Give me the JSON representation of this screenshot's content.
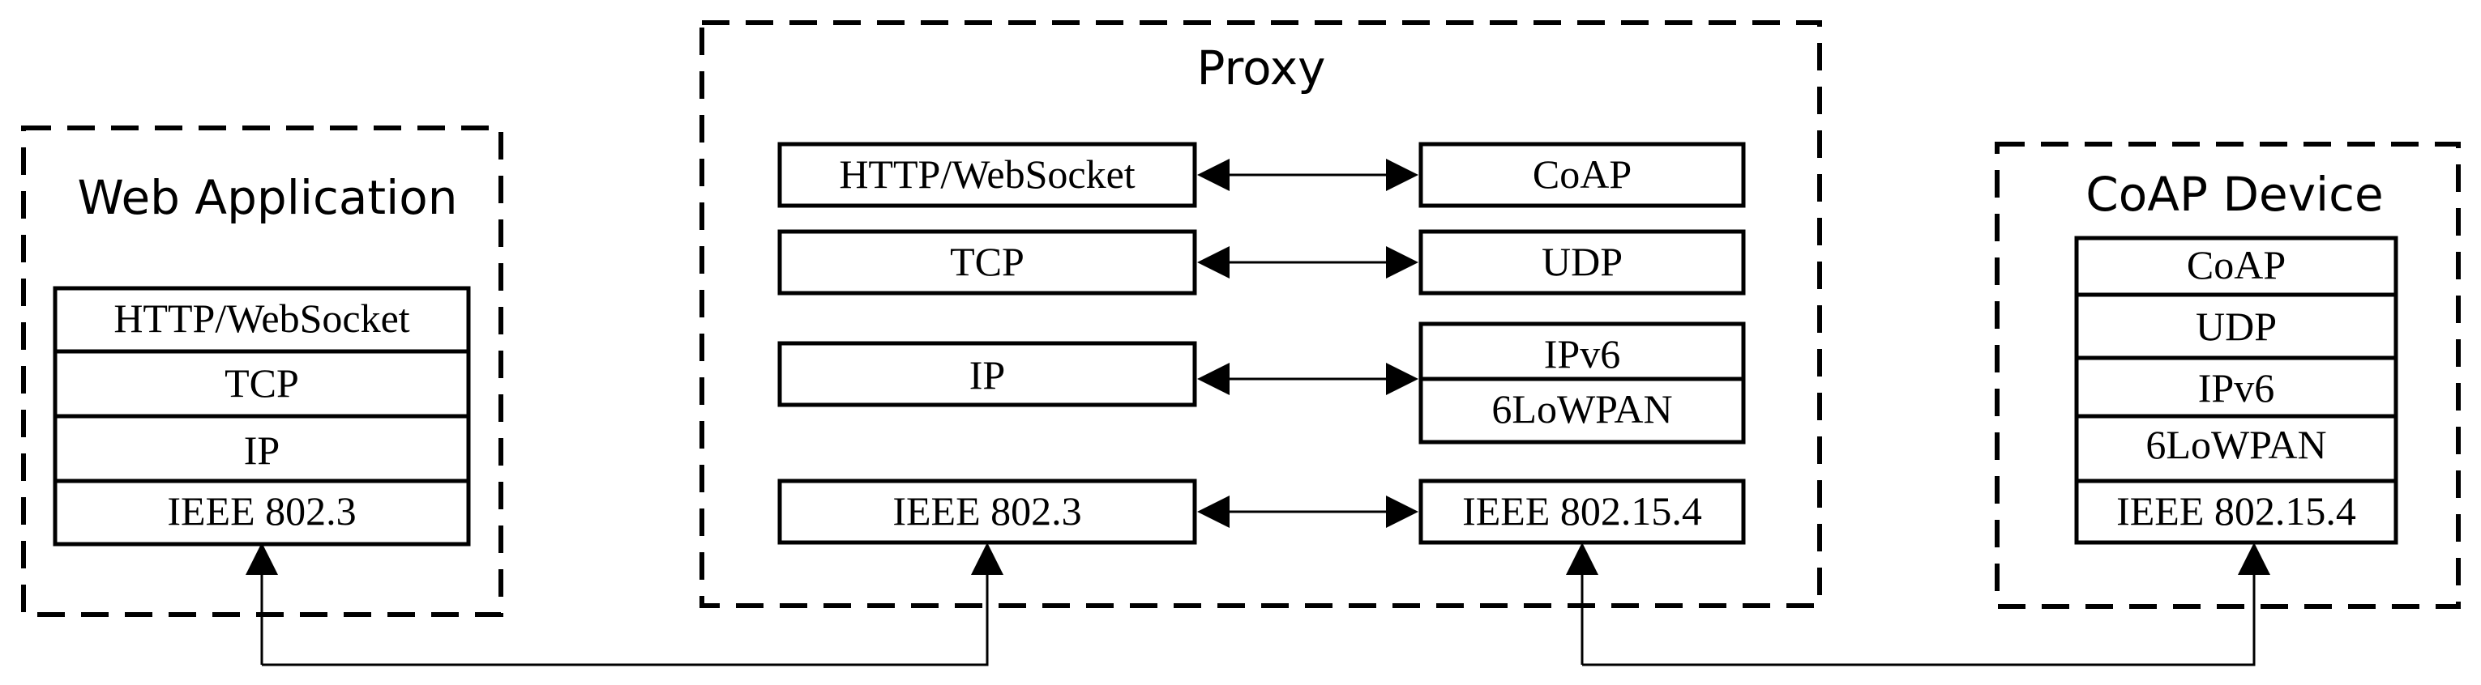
{
  "web_app": {
    "title": "Web Application",
    "stack": [
      "HTTP/WebSocket",
      "TCP",
      "IP",
      "IEEE 802.3"
    ]
  },
  "proxy": {
    "title": "Proxy",
    "left": [
      "HTTP/WebSocket",
      "TCP",
      "IP",
      "IEEE 802.3"
    ],
    "right": [
      "CoAP",
      "UDP",
      "IPv6",
      "6LoWPAN",
      "IEEE 802.15.4"
    ]
  },
  "coap_device": {
    "title": "CoAP Device",
    "stack": [
      "CoAP",
      "UDP",
      "IPv6",
      "6LoWPAN",
      "IEEE 802.15.4"
    ]
  }
}
